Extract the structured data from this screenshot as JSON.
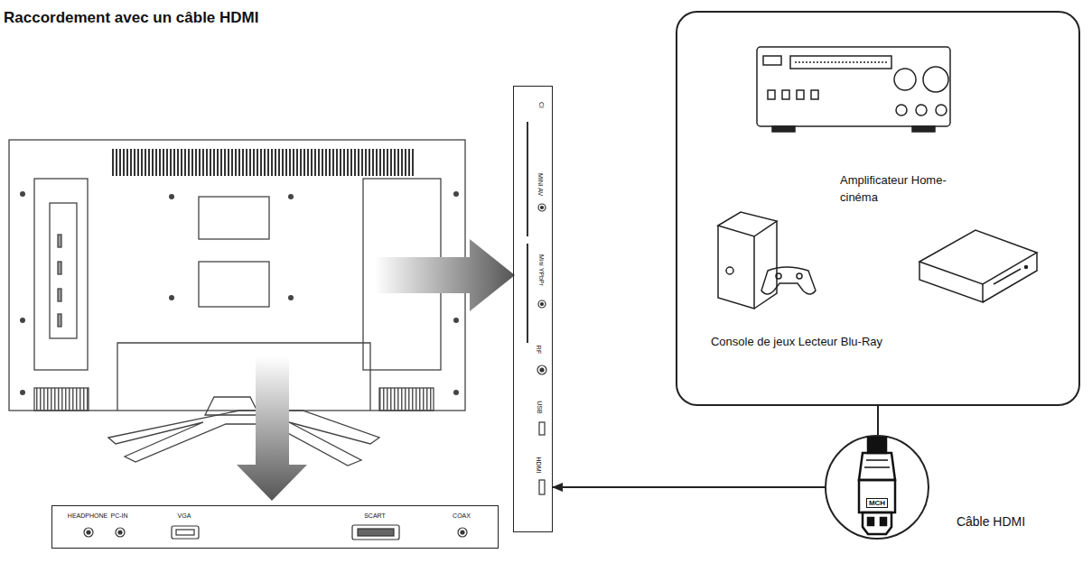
{
  "diagram": {
    "title": "Raccordement avec un câble HDMI",
    "nodes": [
      {
        "text": [
          "CI",
          "MINI AV",
          "Mini YPbPr",
          "RF",
          "USB",
          "HDMI"
        ]
      },
      {
        "text": [
          "HEADPHONE",
          "PC-IN",
          "VGA",
          "SCART",
          "COAX"
        ]
      },
      {
        "text": [
          "Amplificateur Home-cinéma",
          "Console de jeux Lecteur Blu-Ray"
        ]
      },
      {
        "text": [
          "MCH",
          "Câble HDMI"
        ]
      }
    ],
    "edges": [
      {
        "from": 2,
        "to": 3,
        "arrow": "none"
      },
      {
        "from": 3,
        "to": 0,
        "arrow": "to"
      }
    ]
  }
}
